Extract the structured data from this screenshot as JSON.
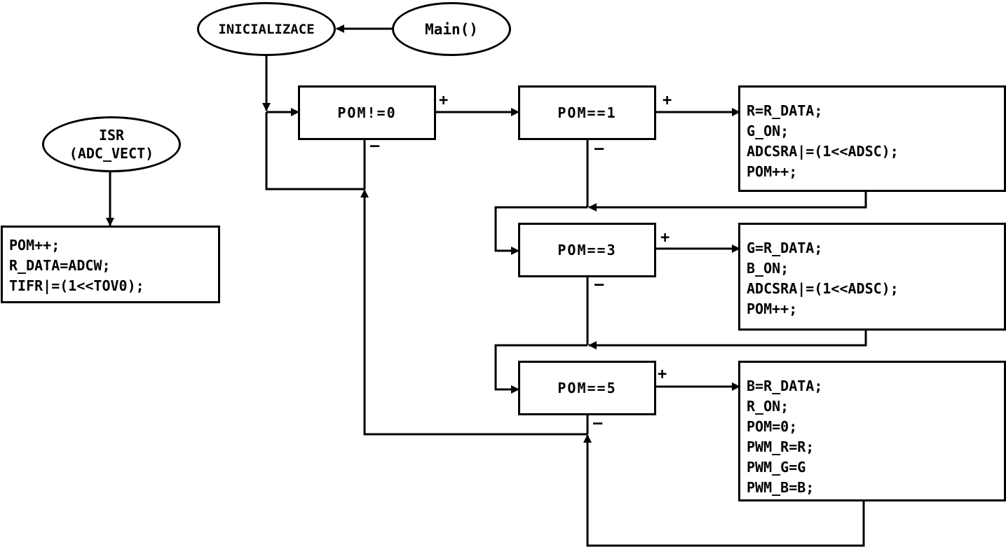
{
  "start_nodes": {
    "main": "Main()",
    "init": "INICIALIZACE",
    "isr_line1": "ISR",
    "isr_line2": "(ADC_VECT)"
  },
  "decisions": {
    "d0": "POM!=0",
    "d1": "POM==1",
    "d3": "POM==3",
    "d5": "POM==5"
  },
  "edge_labels": {
    "plus": "+",
    "minus": "–"
  },
  "actions": {
    "isr": [
      "POM++;",
      "R_DATA=ADCW;",
      "TIFR|=(1<<TOV0);"
    ],
    "a1": [
      "R=R_DATA;",
      "G_ON;",
      "ADCSRA|=(1<<ADSC);",
      "POM++;"
    ],
    "a3": [
      "G=R_DATA;",
      "B_ON;",
      "ADCSRA|=(1<<ADSC);",
      "POM++;"
    ],
    "a5": [
      "B=R_DATA;",
      "R_ON;",
      "POM=0;",
      "PWM_R=R;",
      "PWM_G=G",
      "PWM_B=B;"
    ]
  }
}
